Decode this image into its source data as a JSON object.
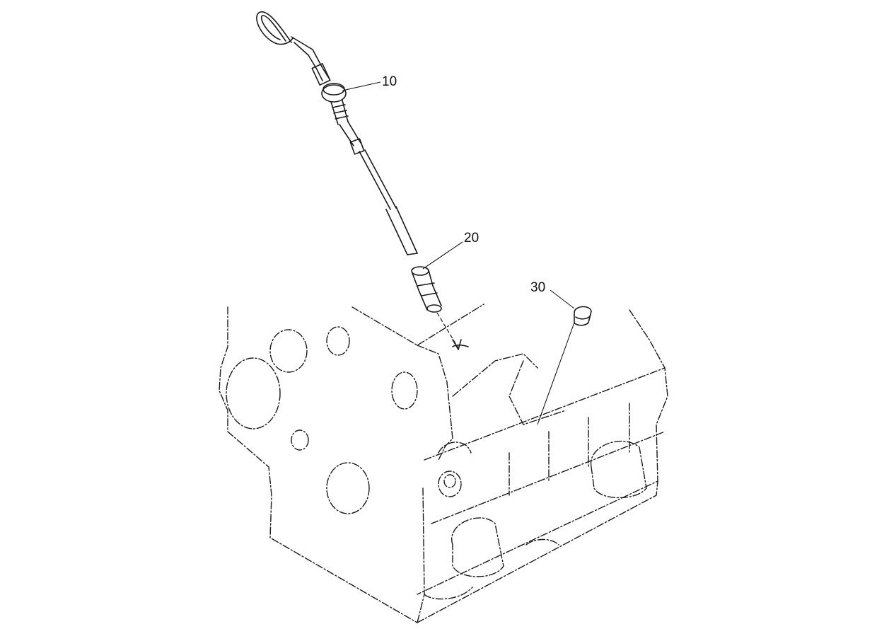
{
  "callouts": [
    {
      "id": "10",
      "label": "10"
    },
    {
      "id": "20",
      "label": "20"
    },
    {
      "id": "30",
      "label": "30"
    }
  ],
  "colors": {
    "line": "#1a1a1a",
    "background": "#ffffff"
  }
}
